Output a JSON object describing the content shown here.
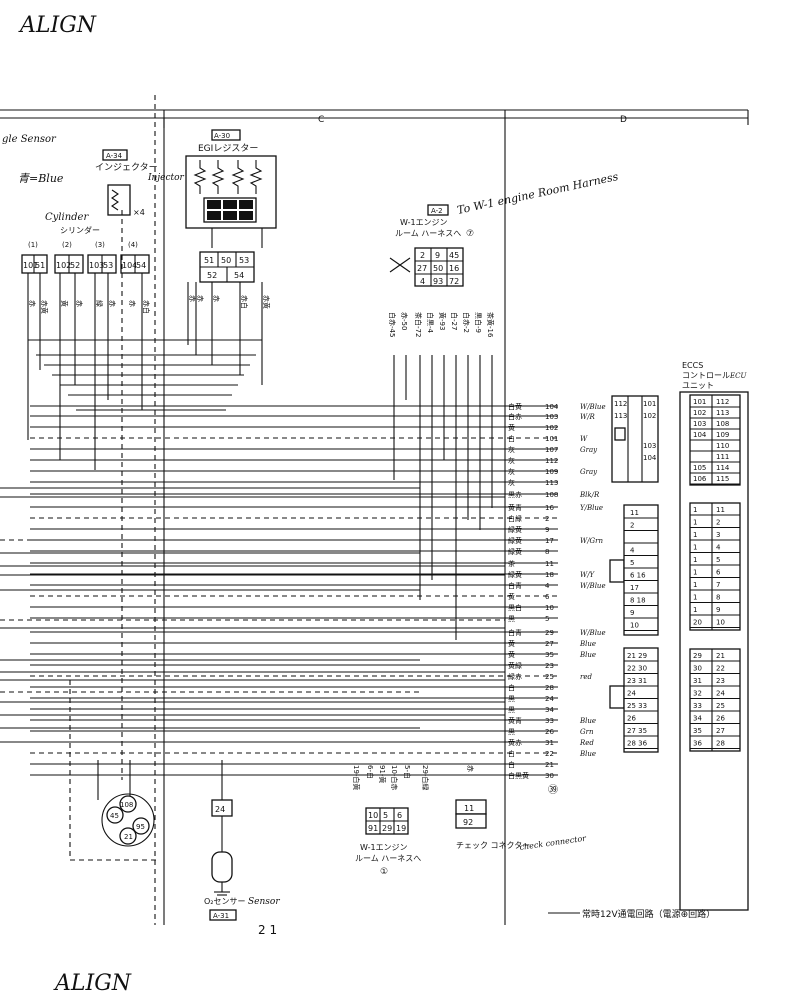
{
  "header": {
    "handwritten_top": "ALIGN",
    "handwritten_bottom": "ALIGN",
    "column_c": "C",
    "column_d": "D",
    "bottom_marker": "2 1"
  },
  "components": {
    "angle_sensor_label": "gle Sensor",
    "injector": {
      "tag": "A-34",
      "label": "インジェクター",
      "note_en": "Injector",
      "note_blue": "青=Blue",
      "multiplier": "×4",
      "sub_label": "シリンダー",
      "note_cyl": "Cylinder"
    },
    "egi_resistor": {
      "tag": "A-30",
      "label": "EGIレジスター"
    },
    "injector_connectors": [
      {
        "index": "(1)",
        "pins": [
          "101",
          "51"
        ]
      },
      {
        "index": "(2)",
        "pins": [
          "102",
          "52"
        ]
      },
      {
        "index": "(3)",
        "pins": [
          "103",
          "53"
        ]
      },
      {
        "index": "(4)",
        "pins": [
          "104",
          "54"
        ]
      }
    ],
    "resistor_connector": {
      "pins": [
        "51",
        "50",
        "53",
        "52",
        "54"
      ]
    },
    "w1_harness_top": {
      "tag": "A-2",
      "label1": "W-1エンジン",
      "label2": "ルーム ハーネスへ",
      "mark": "⑦",
      "note_en": "To W-1 engine Room Harness",
      "pins": [
        "2",
        "9",
        "45",
        "27",
        "50",
        "16",
        "4",
        "93",
        "72"
      ]
    },
    "eccs": {
      "title1": "ECCS",
      "title2": "コントロール",
      "title3": "ユニット",
      "note": "ECU"
    },
    "w1_harness_bottom": {
      "label1": "W-1エンジン",
      "label2": "ルーム ハーネスへ",
      "mark": "①",
      "pins": [
        "10",
        "5",
        "6",
        "91",
        "29",
        "19"
      ]
    },
    "check_connector": {
      "label": "チェック コネクター",
      "note_en": "check connector",
      "pins": [
        "11",
        "92"
      ]
    },
    "o2_sensor": {
      "tag": "A-31",
      "label": "O₂センサー",
      "note_en": "Sensor",
      "pin": "24"
    },
    "round_connector": {
      "pins": [
        "108",
        "45",
        "95",
        "21"
      ]
    },
    "footer_legend": "常時12V通電回路（電源⊕回路）",
    "footer_mark": "㊴"
  },
  "wire_labels_top": [
    "白赤-45",
    "赤-50",
    "茶白-72",
    "白黒-4",
    "黄-93",
    "白-27",
    "白赤-2",
    "黒白-9",
    "茶黄-16"
  ],
  "wire_labels_bottom": [
    "19-白黄",
    "6-白",
    "91-黄",
    "10-白赤",
    "5-白",
    "29-白緑",
    "赤"
  ],
  "injector_wire_labels": [
    "赤",
    "赤黄",
    "黄",
    "赤",
    "緑",
    "赤",
    "赤",
    "赤白"
  ],
  "resistor_wire_labels": [
    "赤",
    "赤",
    "赤",
    "赤白",
    "赤黄"
  ],
  "right_wires": [
    {
      "color": "白黄",
      "pin": "104",
      "note": "W/Blue"
    },
    {
      "color": "白赤",
      "pin": "103",
      "note": "W/R"
    },
    {
      "color": "黄",
      "pin": "102",
      "note": ""
    },
    {
      "color": "白",
      "pin": "101",
      "note": "W"
    },
    {
      "color": "灰",
      "pin": "107",
      "note": "Gray"
    },
    {
      "color": "灰",
      "pin": "112",
      "note": ""
    },
    {
      "color": "灰",
      "pin": "109",
      "note": "Gray"
    },
    {
      "color": "灰",
      "pin": "113",
      "note": ""
    },
    {
      "color": "黒赤",
      "pin": "108",
      "note": "Blk/R"
    },
    {
      "color": "黄青",
      "pin": "16",
      "note": "Y/Blue"
    },
    {
      "color": "白緑",
      "pin": "2",
      "note": ""
    },
    {
      "color": "緑黄",
      "pin": "9",
      "note": ""
    },
    {
      "color": "緑黄",
      "pin": "17",
      "note": "W/Grn"
    },
    {
      "color": "緑黄",
      "pin": "8",
      "note": ""
    },
    {
      "color": "茶",
      "pin": "11",
      "note": ""
    },
    {
      "color": "緑黄",
      "pin": "18",
      "note": "W/Y"
    },
    {
      "color": "白青",
      "pin": "4",
      "note": "W/Blue"
    },
    {
      "color": "黄",
      "pin": "6",
      "note": ""
    },
    {
      "color": "黒白",
      "pin": "10",
      "note": ""
    },
    {
      "color": "黒",
      "pin": "5",
      "note": ""
    },
    {
      "color": "白青",
      "pin": "29",
      "note": "W/Blue"
    },
    {
      "color": "黄",
      "pin": "27",
      "note": "Blue"
    },
    {
      "color": "黄",
      "pin": "35",
      "note": "Blue"
    },
    {
      "color": "黄緑",
      "pin": "23",
      "note": ""
    },
    {
      "color": "緑赤",
      "pin": "25",
      "note": "red"
    },
    {
      "color": "白",
      "pin": "28",
      "note": ""
    },
    {
      "color": "黒",
      "pin": "24",
      "note": ""
    },
    {
      "color": "黒",
      "pin": "34",
      "note": ""
    },
    {
      "color": "黄青",
      "pin": "33",
      "note": "Blue"
    },
    {
      "color": "黒",
      "pin": "26",
      "note": "Grn"
    },
    {
      "color": "黄赤",
      "pin": "31",
      "note": "Red"
    },
    {
      "color": "白",
      "pin": "22",
      "note": "Blue"
    },
    {
      "color": "白",
      "pin": "21",
      "note": ""
    },
    {
      "color": "白黒黄",
      "pin": "30",
      "note": ""
    }
  ],
  "ecu_groups": {
    "g1_left": [
      "112",
      "113",
      "",
      "",
      ""
    ],
    "g1_right": [
      "101",
      "102",
      "",
      "103",
      "104"
    ],
    "g2": [
      "11",
      "2",
      "",
      "4",
      "5",
      "6 16",
      "17",
      "8 18",
      "9",
      "10"
    ],
    "g3": [
      "21 29",
      "22 30",
      "23 31",
      "24",
      "25 33",
      "26",
      "27 35",
      "28 36"
    ],
    "eccs_top": [
      [
        "101",
        "112"
      ],
      [
        "102",
        "113"
      ],
      [
        "103",
        "108"
      ],
      [
        "104",
        "109"
      ],
      [
        "",
        "110"
      ],
      [
        "",
        "111"
      ],
      [
        "105",
        "114"
      ],
      [
        "106",
        "115"
      ]
    ],
    "eccs_mid": [
      [
        "1",
        "11"
      ],
      [
        "1",
        "2"
      ],
      [
        "1",
        "3"
      ],
      [
        "1",
        "4"
      ],
      [
        "1",
        "5"
      ],
      [
        "1",
        "6"
      ],
      [
        "1",
        "7"
      ],
      [
        "1",
        "8"
      ],
      [
        "1",
        "9"
      ],
      [
        "20",
        "10"
      ]
    ],
    "eccs_low": [
      [
        "29",
        "21"
      ],
      [
        "30",
        "22"
      ],
      [
        "31",
        "23"
      ],
      [
        "32",
        "24"
      ],
      [
        "33",
        "25"
      ],
      [
        "34",
        "26"
      ],
      [
        "35",
        "27"
      ],
      [
        "36",
        "28"
      ]
    ]
  }
}
